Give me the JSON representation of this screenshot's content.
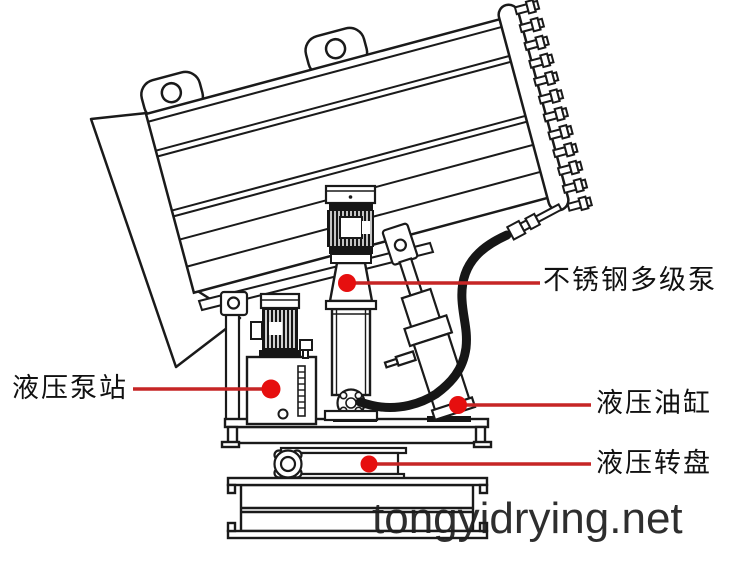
{
  "callouts": [
    {
      "part": "multistage-pump",
      "label": "不锈钢多级泵"
    },
    {
      "part": "hydraulic-pump-station",
      "label": "液压泵站"
    },
    {
      "part": "hydraulic-cylinder",
      "label": "液压油缸"
    },
    {
      "part": "hydraulic-turntable",
      "label": "液压转盘"
    }
  ],
  "watermark": "tongyidrying.net",
  "colors": {
    "background": "#ffffff",
    "drawing_line": "#1a1a1a",
    "callout_line": "#c62525",
    "callout_dot": "#e60f0f",
    "label_text": "#111111",
    "watermark_text": "#1d1d1d"
  }
}
